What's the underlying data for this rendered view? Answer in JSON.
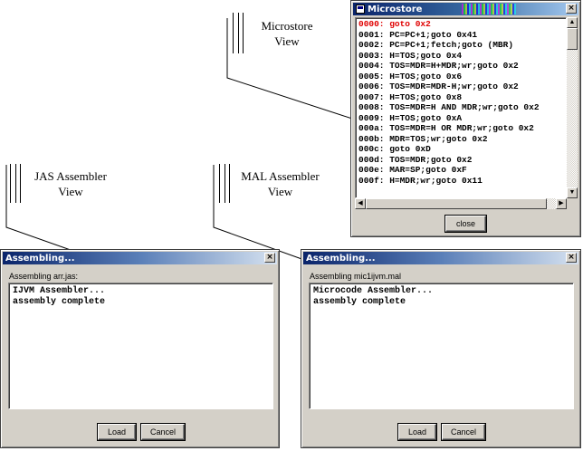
{
  "callouts": {
    "microstore": "Microstore\nView",
    "jas": "JAS Assembler\nView",
    "mal": "MAL Assembler\nView"
  },
  "microstore_window": {
    "title": "Microstore",
    "close_icon": "×",
    "close_button": "close",
    "scroll_up": "▲",
    "scroll_down": "▼",
    "scroll_left": "◀",
    "scroll_right": "▶",
    "rows": [
      "0000: goto 0x2",
      "0001: PC=PC+1;goto 0x41",
      "0002: PC=PC+1;fetch;goto (MBR)",
      "0003: H=TOS;goto 0x4",
      "0004: TOS=MDR=H+MDR;wr;goto 0x2",
      "0005: H=TOS;goto 0x6",
      "0006: TOS=MDR=MDR-H;wr;goto 0x2",
      "0007: H=TOS;goto 0x8",
      "0008: TOS=MDR=H AND MDR;wr;goto 0x2",
      "0009: H=TOS;goto 0xA",
      "000a: TOS=MDR=H OR MDR;wr;goto 0x2",
      "000b: MDR=TOS;wr;goto 0x2",
      "000c: goto 0xD",
      "000d: TOS=MDR;goto 0x2",
      "000e: MAR=SP;goto 0xF",
      "000f: H=MDR;wr;goto 0x11"
    ],
    "current_row_color": "#e00000"
  },
  "jas_window": {
    "title": "Assembling...",
    "close_icon": "×",
    "file_label": "Assembling arr.jas:",
    "output_lines": [
      "IJVM Assembler...",
      "assembly complete"
    ],
    "load_button": "Load",
    "cancel_button": "Cancel"
  },
  "mal_window": {
    "title": "Assembling...",
    "close_icon": "×",
    "file_label": "Assembling mic1ijvm.mal",
    "output_lines": [
      "Microcode Assembler...",
      "assembly complete"
    ],
    "load_button": "Load",
    "cancel_button": "Cancel"
  },
  "colors": {
    "title_active": "#0a246a",
    "window_face": "#d4d0c8"
  }
}
